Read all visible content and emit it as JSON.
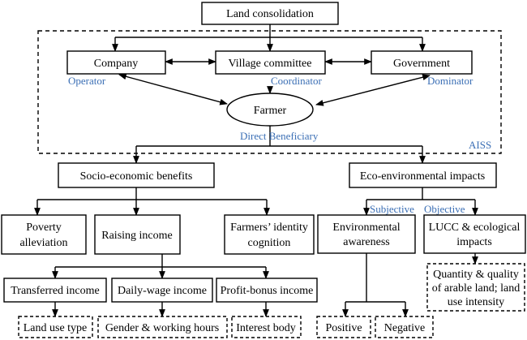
{
  "colors": {
    "line": "#000000",
    "role_label": "#3b6fb5"
  },
  "nodes": {
    "land_consolidation": "Land consolidation",
    "company": "Company",
    "village_committee": "Village committee",
    "government": "Government",
    "farmer": "Farmer",
    "socio_economic": "Socio-economic benefits",
    "eco_environmental": "Eco-environmental impacts",
    "poverty_alleviation": [
      "Poverty",
      "alleviation"
    ],
    "raising_income": "Raising income",
    "farmers_identity": [
      "Farmers’ identity",
      "cognition"
    ],
    "environmental_awareness": [
      "Environmental",
      "awareness"
    ],
    "lucc": [
      "LUCC & ecological",
      "impacts"
    ],
    "transferred_income": "Transferred income",
    "daily_wage_income": "Daily-wage income",
    "profit_bonus_income": "Profit-bonus income",
    "land_use_type": "Land use type",
    "gender_hours": "Gender & working hours",
    "interest_body": "Interest body",
    "positive": "Positive",
    "negative": "Negative",
    "quantity_quality": [
      "Quantity & quality",
      "of arable land; land",
      "use intensity"
    ]
  },
  "labels": {
    "operator": "Operator",
    "coordinator": "Coordinator",
    "dominator": "Dominator",
    "direct_beneficiary": "Direct Beneficiary",
    "aiss": "AISS",
    "subjective": "Subjective",
    "objective": "Objective"
  }
}
